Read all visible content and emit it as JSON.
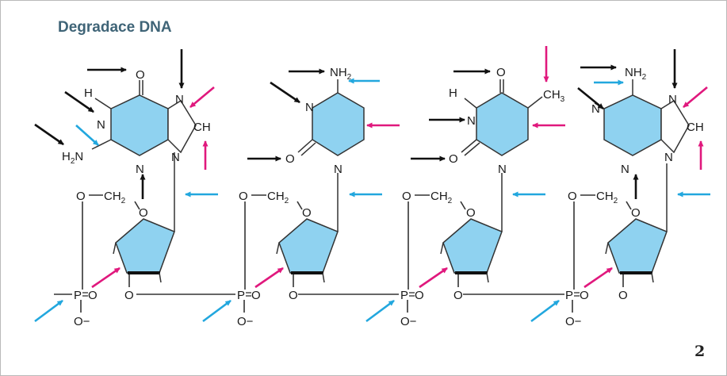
{
  "title": "Degradace DNA",
  "page_number": "2",
  "colors": {
    "ring_fill": "#8fd2f0",
    "title": "#3f6477",
    "arrow_black": "#111111",
    "arrow_cyan": "#22a7de",
    "arrow_magenta": "#e0187d"
  },
  "atoms": {
    "O": "O",
    "N": "N",
    "H": "H",
    "CH": "CH",
    "C": "C",
    "CH2_sub": "2",
    "NH": "NH",
    "CH3_sub": "3",
    "P": "P",
    "O_minus": "O−"
  },
  "nucleotides": [
    {
      "base": "guanine"
    },
    {
      "base": "cytosine"
    },
    {
      "base": "thymine"
    },
    {
      "base": "adenine"
    }
  ]
}
